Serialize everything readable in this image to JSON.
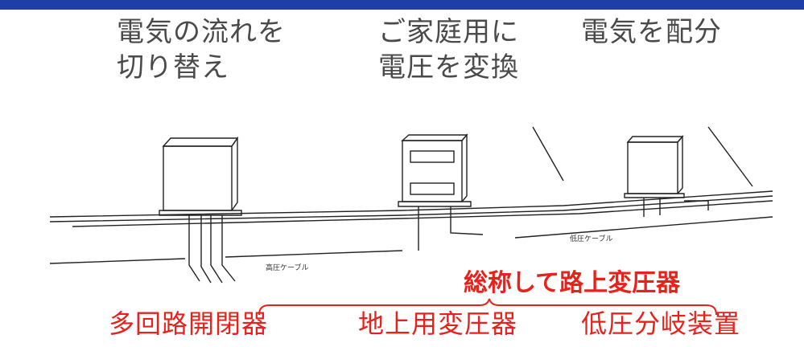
{
  "top_labels": {
    "switch": "電気の流れを\n切り替え",
    "transform": "ご家庭用に\n電圧を変換",
    "distribute": "電気を配分"
  },
  "diagram": {
    "cable_high": "高圧ケーブル",
    "cable_low": "低圧ケーブル"
  },
  "group_label": "総称して路上変圧器",
  "bottom_labels": [
    "多回路開閉器",
    "地上用変圧器",
    "低圧分岐装置"
  ],
  "colors": {
    "top_bar": "#1f3fa8",
    "accent_red": "#e8211b",
    "text_gray": "#4a4a4a"
  }
}
